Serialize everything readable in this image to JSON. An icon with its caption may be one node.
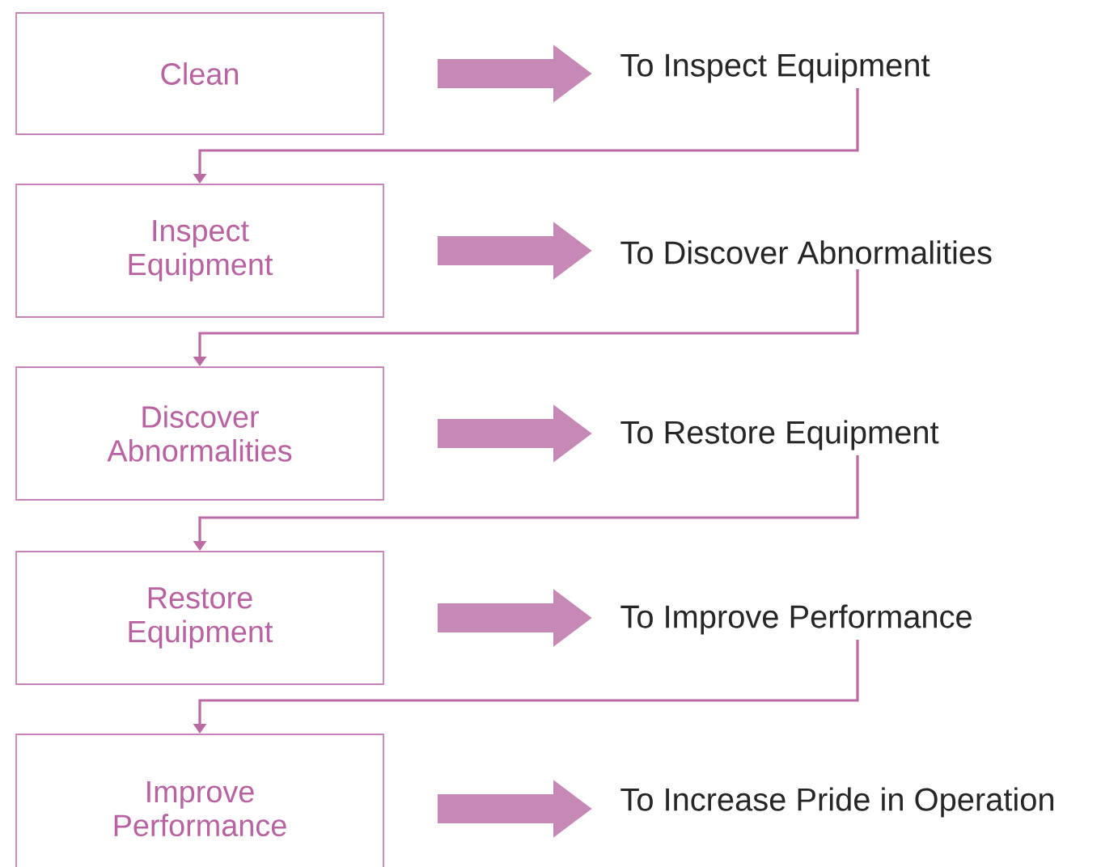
{
  "diagram": {
    "nodes": [
      {
        "text": [
          "Clean"
        ]
      },
      {
        "text": [
          "To Inspect Equipment"
        ]
      },
      {
        "text": [
          "Inspect Equipment"
        ]
      },
      {
        "text": [
          "To Discover Abnormalities"
        ]
      },
      {
        "text": [
          "Discover Abnormalities"
        ]
      },
      {
        "text": [
          "To Restore Equipment"
        ]
      },
      {
        "text": [
          "Restore Equipment"
        ]
      },
      {
        "text": [
          "To Improve Performance"
        ]
      },
      {
        "text": [
          "Improve Performance"
        ]
      },
      {
        "text": [
          "To Increase Pride in Operation"
        ]
      }
    ],
    "edges": [
      {
        "from": 0,
        "to": 1,
        "arrow": "to"
      },
      {
        "from": 1,
        "to": 2,
        "arrow": "to"
      },
      {
        "from": 2,
        "to": 3,
        "arrow": "to"
      },
      {
        "from": 3,
        "to": 4,
        "arrow": "to"
      },
      {
        "from": 4,
        "to": 5,
        "arrow": "to"
      },
      {
        "from": 5,
        "to": 6,
        "arrow": "to"
      },
      {
        "from": 6,
        "to": 7,
        "arrow": "to"
      },
      {
        "from": 7,
        "to": 8,
        "arrow": "to"
      },
      {
        "from": 8,
        "to": 9,
        "arrow": "to"
      }
    ]
  }
}
